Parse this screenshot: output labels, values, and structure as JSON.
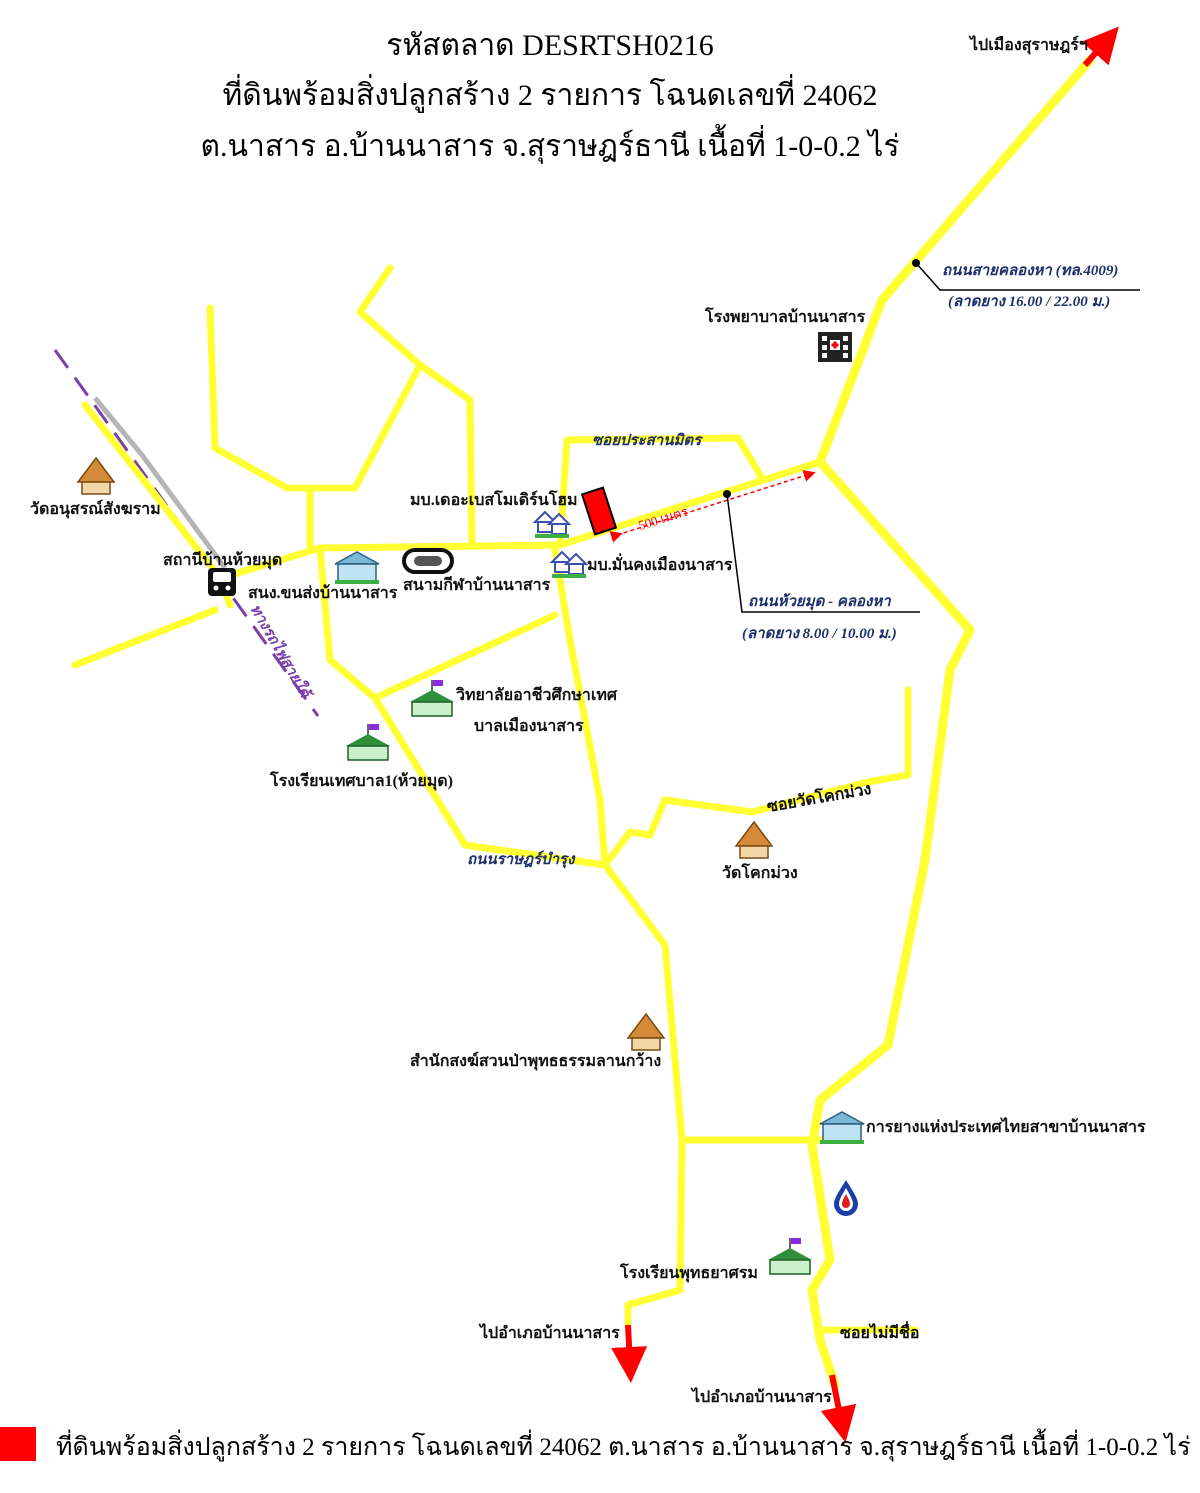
{
  "title": {
    "line1": "รหัสตลาด DESRTSH0216",
    "line2": "ที่ดินพร้อมสิ่งปลูกสร้าง 2 รายการ โฉนดเลขที่ 24062",
    "line3": "ต.นาสาร   อ.บ้านนาสาร   จ.สุราษฎร์ธานี เนื้อที่ 1-0-0.2 ไร่"
  },
  "colors": {
    "road": "#ffff33",
    "road_edge": "#d6d600",
    "property": "#ff0000",
    "railway_dash": "#7a3fa8",
    "rail_track": "#b5b5b5",
    "arrow": "#ff0000",
    "distance_line": "#ff0000",
    "road_label": "#1f2f6b"
  },
  "labels": {
    "to_surat": "ไปเมืองสุราษฎร์ฯ",
    "klong_ha_road": "ถนนสายคลองหา (ทล.4009)",
    "klong_ha_road_spec": "(ลาดยาง 16.00 / 22.00 ม.)",
    "hospital": "โรงพยาบาลบ้านนาสาร",
    "soi_prasanmit": "ซอยประสานมิตร",
    "village_the_best": "มบ.เดอะเบสโมเดิร์นโฮม",
    "distance": "500 เมตร",
    "wat_anusorn": "วัดอนุสรณ์สังฆราม",
    "station": "สถานีบ้านห้วยมุด",
    "transport_office": "สนง.ขนส่งบ้านนาสาร",
    "stadium": "สนามกีฬาบ้านนาสาร",
    "village_mankong": "มบ.มั่นคงเมืองนาสาร",
    "huaymud_road": "ถนนห้วยมุด - คลองหา",
    "huaymud_road_spec": "(ลาดยาง 8.00 / 10.00 ม.)",
    "railway": "ทางรถไฟสายใต้",
    "college_1": "วิทยาลัยอาชีวศึกษาเทศ",
    "college_2": "บาลเมืองนาสาร",
    "school_huaymud": "โรงเรียนเทศบาล1(ห้วยมุด)",
    "soi_wat_khok_muang": "ซอยวัดโคกม่วง",
    "wat_khok_muang": "วัดโคกม่วง",
    "ratbamrung_road": "ถนนราษฎร์บำรุง",
    "monastery": "สำนักสงฆ์สวนป่าพุทธธรรมลานกว้าง",
    "rubber_authority": "การยางแห่งประเทศไทยสาขาบ้านนาสาร",
    "school_buddha": "โรงเรียนพุทธยาศรม",
    "to_bannasan_1": "ไปอำเภอบ้านนาสาร",
    "soi_nameless": "ซอยไม่มีชื่อ",
    "to_bannasan_2": "ไปอำเภอบ้านนาสาร"
  },
  "icons": {
    "hospital": "hospital-building-icon",
    "temple": "temple-roof-icon",
    "train": "train-icon",
    "village": "house-cluster-icon",
    "stadium": "stadium-track-icon",
    "school": "school-flag-icon",
    "government": "government-building-icon",
    "gas": "gas-station-drop-icon"
  },
  "legend": {
    "text": "ที่ดินพร้อมสิ่งปลูกสร้าง 2 รายการ โฉนดเลขที่ 24062  ต.นาสาร   อ.บ้านนาสาร   จ.สุราษฎร์ธานี เนื้อที่ 1-0-0.2 ไร่"
  }
}
